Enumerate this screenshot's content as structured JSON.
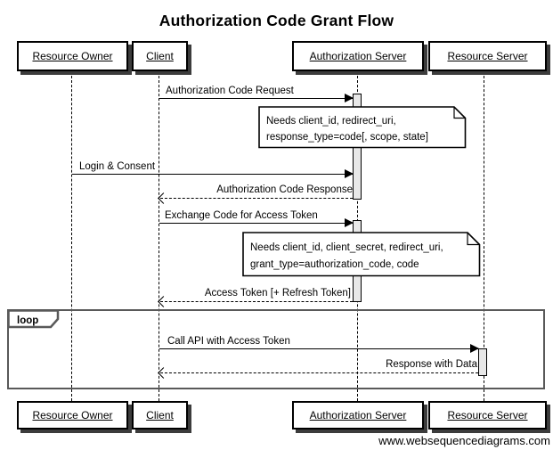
{
  "title": "Authorization Code Grant Flow",
  "footer": "www.websequencediagrams.com",
  "actors": [
    {
      "name": "Resource Owner"
    },
    {
      "name": "Client"
    },
    {
      "name": "Authorization Server"
    },
    {
      "name": "Resource Server"
    }
  ],
  "messages": [
    {
      "from": "Client",
      "to": "Authorization Server",
      "label": "Authorization Code Request",
      "style": "solid"
    },
    {
      "from": "Resource Owner",
      "to": "Authorization Server",
      "label": "Login & Consent",
      "style": "solid"
    },
    {
      "from": "Authorization Server",
      "to": "Client",
      "label": "Authorization Code Response",
      "style": "dashed"
    },
    {
      "from": "Client",
      "to": "Authorization Server",
      "label": "Exchange Code for Access Token",
      "style": "solid"
    },
    {
      "from": "Authorization Server",
      "to": "Client",
      "label": "Access Token [+ Refresh Token]",
      "style": "dashed"
    },
    {
      "from": "Client",
      "to": "Resource Server",
      "label": "Call API with Access Token",
      "style": "solid"
    },
    {
      "from": "Resource Server",
      "to": "Client",
      "label": "Response with Data",
      "style": "dashed"
    }
  ],
  "notes": [
    {
      "lines": [
        "Needs client_id, redirect_uri,",
        "response_type=code[, scope, state]"
      ]
    },
    {
      "lines": [
        "Needs client_id, client_secret, redirect_uri,",
        "grant_type=authorization_code, code"
      ]
    }
  ],
  "fragment": {
    "type": "loop",
    "label": "loop"
  },
  "colors": {
    "activation_fill": "#e8e8e8",
    "frame_border": "#595959",
    "box_shadow": "#3c3c3c",
    "line": "#000000",
    "background": "#ffffff"
  }
}
